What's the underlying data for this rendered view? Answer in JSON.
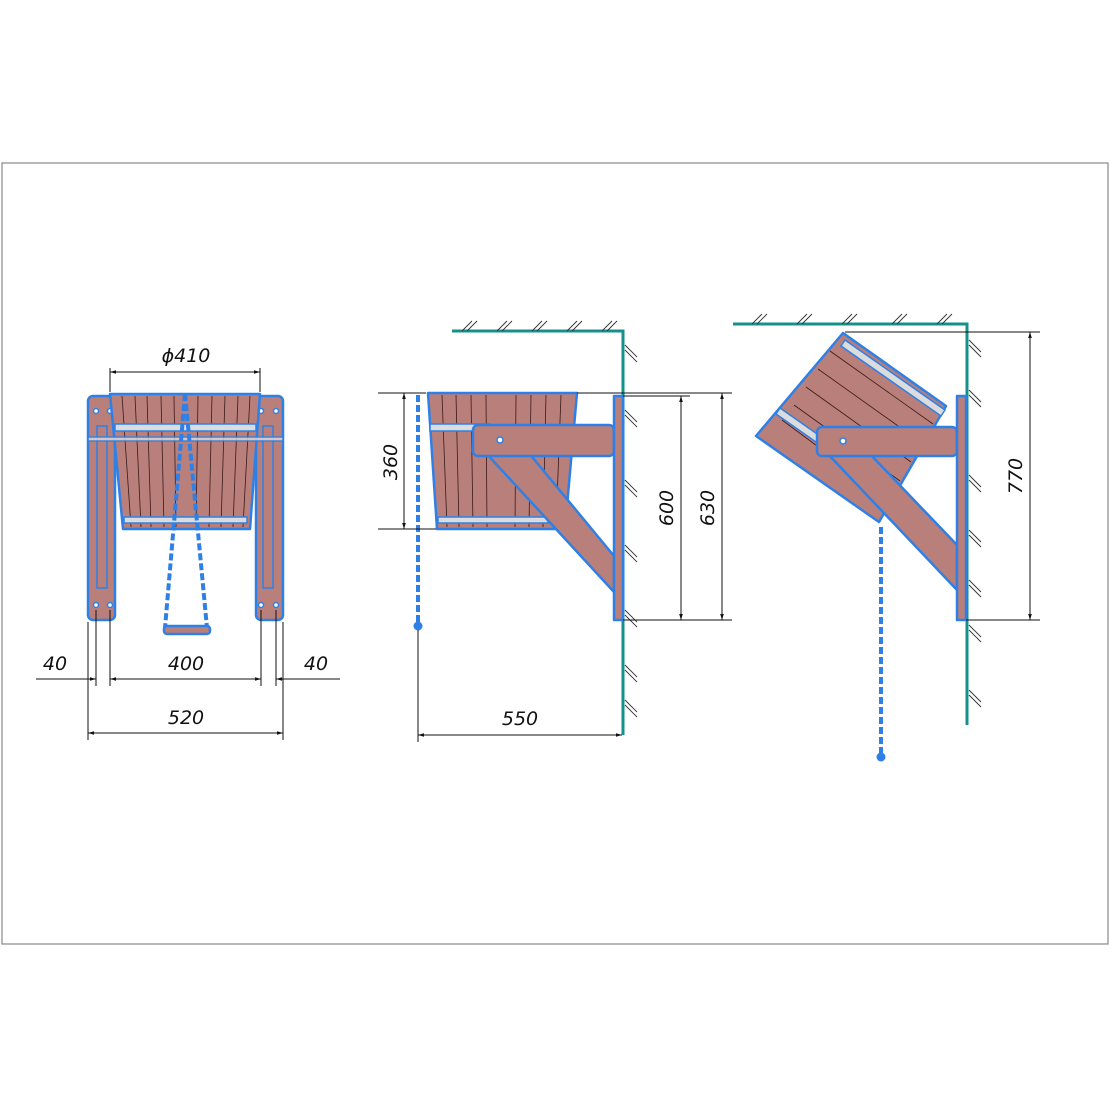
{
  "drawing": {
    "colors": {
      "wood": "#b97f7a",
      "outline": "#2f80e6",
      "wall": "#16908a",
      "band": "#dcdcdc"
    },
    "front_view": {
      "diameter_label": "ϕ410",
      "left_offset_label": "40",
      "inner_width_label": "400",
      "right_offset_label": "40",
      "total_width_label": "520"
    },
    "side_view": {
      "bucket_height_label": "360",
      "mount_height_label": "600",
      "overall_height_label": "630",
      "projection_label": "550"
    },
    "tilted_view": {
      "tilted_height_label": "770"
    }
  }
}
